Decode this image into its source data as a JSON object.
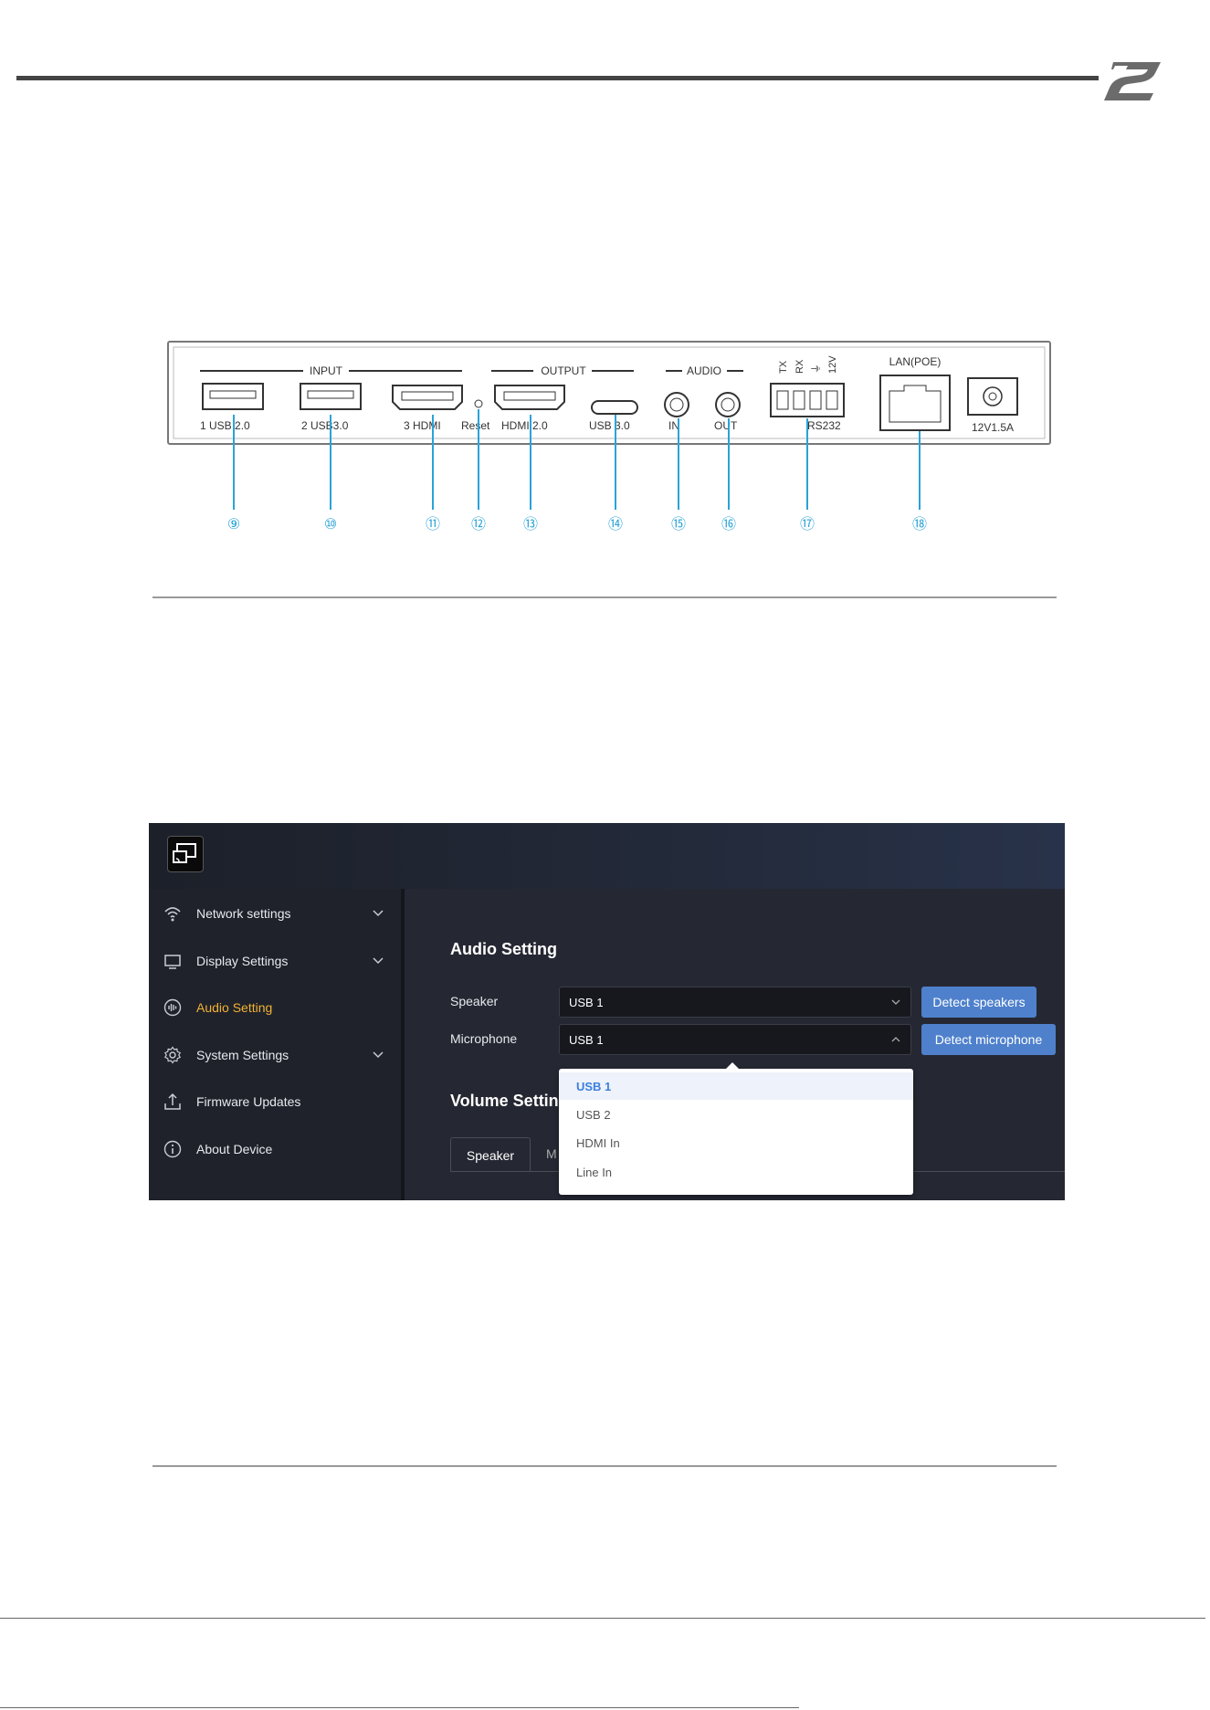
{
  "device": {
    "groups": {
      "input": "INPUT",
      "output": "OUTPUT",
      "audio": "AUDIO",
      "lan": "LAN(POE)"
    },
    "ports": [
      {
        "label": "1  USB 2.0",
        "number": "⑨"
      },
      {
        "label": "2  USB3.0",
        "number": "⑩"
      },
      {
        "label": "3  HDMI",
        "number": "⑪"
      },
      {
        "label": "Reset",
        "number": "⑫"
      },
      {
        "label": "HDMI 2.0",
        "number": "⑬"
      },
      {
        "label": "USB 3.0",
        "number": "⑭"
      },
      {
        "label": "IN",
        "number": "⑮"
      },
      {
        "label": "OUT",
        "number": "⑯"
      },
      {
        "label": "RS232",
        "number": "⑰"
      },
      {
        "label": "",
        "number": "⑱"
      }
    ],
    "rs232_pins": [
      "TX",
      "RX",
      "⏚",
      "12V"
    ],
    "power": "12V1.5A"
  },
  "ui": {
    "sidebar": [
      {
        "label": "Network settings",
        "icon": "wifi-icon",
        "expand": true
      },
      {
        "label": "Display Settings",
        "icon": "monitor-icon",
        "expand": true
      },
      {
        "label": "Audio Setting",
        "icon": "audio-icon",
        "expand": false,
        "active": true
      },
      {
        "label": "System Settings",
        "icon": "gear-icon",
        "expand": true
      },
      {
        "label": "Firmware Updates",
        "icon": "upload-icon",
        "expand": false
      },
      {
        "label": "About Device",
        "icon": "info-icon",
        "expand": false
      }
    ],
    "title": "Audio Setting",
    "speaker": {
      "label": "Speaker",
      "value": "USB 1",
      "button": "Detect speakers"
    },
    "microphone": {
      "label": "Microphone",
      "value": "USB 1",
      "button": "Detect microphone"
    },
    "dropdown_options": [
      "USB 1",
      "USB 2",
      "HDMI In",
      "Line In"
    ],
    "volume_title": "Volume Setting",
    "tabs": [
      "Speaker",
      "M"
    ],
    "accent": "#f2b233",
    "button_color": "#4e80cc"
  }
}
